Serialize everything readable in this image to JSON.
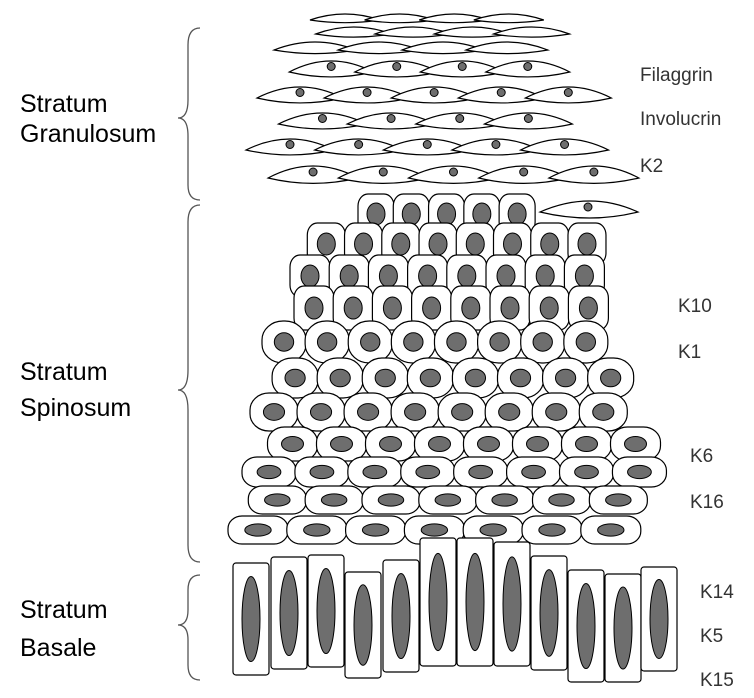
{
  "layers": {
    "granulosum": {
      "line1": "Stratum",
      "line2": "Granulosum"
    },
    "spinosum": {
      "line1": "Stratum",
      "line2": "Spinosum"
    },
    "basale": {
      "line1": "Stratum",
      "line2": "Basale"
    }
  },
  "markers": {
    "granulosum": [
      "Filaggrin",
      "Involucrin",
      "K2"
    ],
    "spinosum": [
      "K10",
      "K1",
      "K6",
      "K16"
    ],
    "basale": [
      "K14",
      "K5",
      "K15"
    ]
  }
}
